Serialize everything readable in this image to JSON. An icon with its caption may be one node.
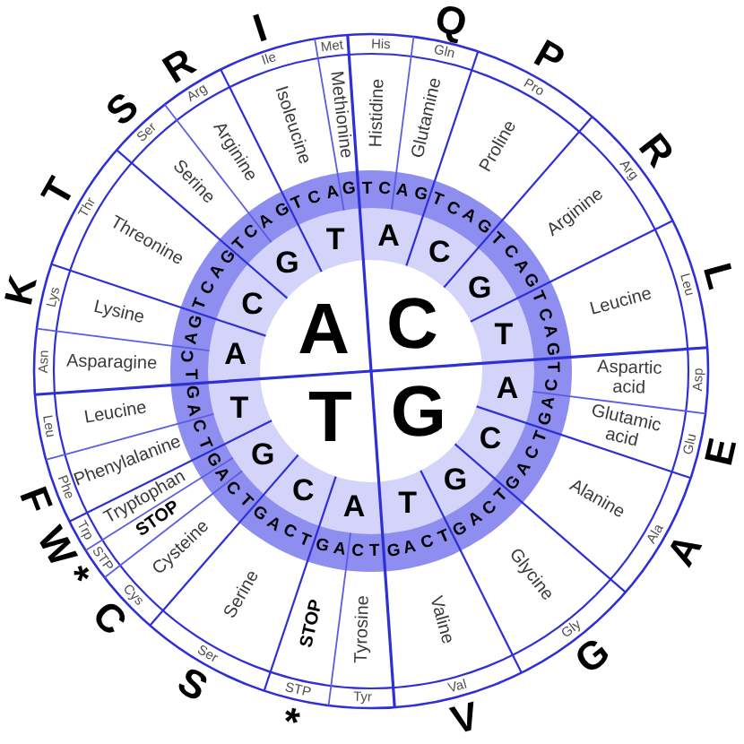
{
  "diagram": {
    "labels": [
      "A",
      "C",
      "T",
      "G",
      "A",
      "C",
      "G",
      "T",
      "A",
      "C",
      "G",
      "T",
      "A",
      "C",
      "G",
      "T",
      "A",
      "C",
      "G",
      "T",
      "T",
      "C",
      "A",
      "G",
      "T",
      "C",
      "A",
      "G",
      "T",
      "C",
      "A",
      "G",
      "T",
      "C",
      "A",
      "G",
      "T",
      "C",
      "A",
      "G",
      "T",
      "C",
      "A",
      "G",
      "T",
      "C",
      "A",
      "G",
      "T",
      "C",
      "A",
      "G",
      "T",
      "C",
      "A",
      "G",
      "T",
      "C",
      "A",
      "G",
      "T",
      "C",
      "A",
      "G",
      "T",
      "C",
      "A",
      "G",
      "T",
      "C",
      "A",
      "G",
      "T",
      "C",
      "A",
      "G",
      "T",
      "C",
      "A",
      "G",
      "T",
      "C",
      "A",
      "G",
      "Histidine",
      "Glutamine",
      "Proline",
      "Arginine",
      "Leucine",
      "Aspartic acid",
      "Glutamic acid",
      "Alanine",
      "Glycine",
      "Valine",
      "Tyrosine",
      "STOP",
      "Serine",
      "Cysteine",
      "STOP",
      "Tryptophan",
      "Phenylalanine",
      "Leucine",
      "Asparagine",
      "Lysine",
      "Threonine",
      "Serine",
      "Arginine",
      "Isoleucine",
      "Methionine",
      "His",
      "Gln",
      "Pro",
      "Arg",
      "Leu",
      "Asp",
      "Glu",
      "Ala",
      "Gly",
      "Val",
      "Tyr",
      "STP",
      "Ser",
      "Cys",
      "STP",
      "Trp",
      "Phe",
      "Leu",
      "Asn",
      "Lys",
      "Thr",
      "Ser",
      "Arg",
      "Ile",
      "Met",
      "Q",
      "P",
      "R",
      "L",
      "E",
      "A",
      "G",
      "V",
      "*",
      "S",
      "C",
      "*",
      "W",
      "F",
      "K",
      "T",
      "S",
      "R",
      "I"
    ]
  }
}
